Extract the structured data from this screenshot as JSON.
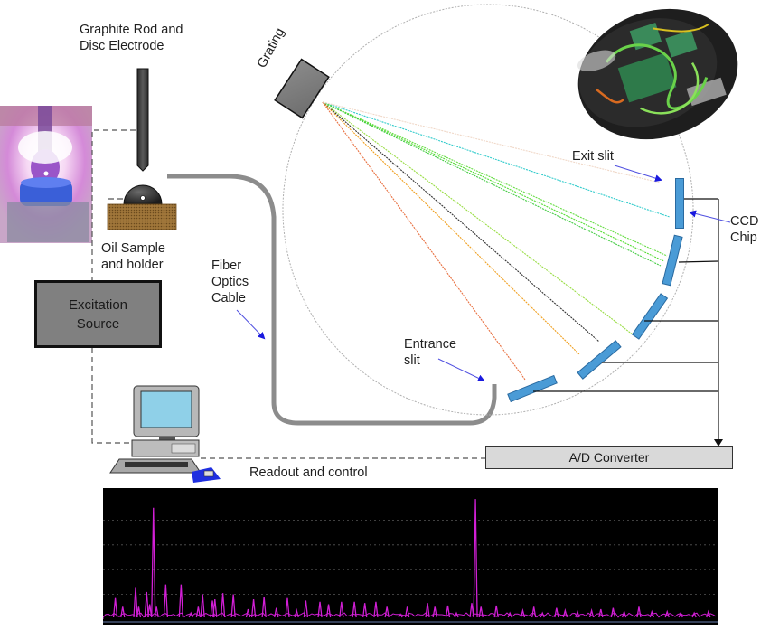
{
  "labels": {
    "electrode": "Graphite Rod and\nDisc Electrode",
    "grating": "Grating",
    "oil_sample": "Oil Sample\nand holder",
    "fiber": "Fiber\nOptics\nCable",
    "exit_slit": "Exit slit",
    "ccd_chip": "CCD\nChip",
    "entrance_slit": "Entrance\nslit",
    "readout": "Readout and control"
  },
  "boxes": {
    "excitation_source": "Excitation\nSource",
    "ad_converter": "A/D Converter"
  },
  "photos": {
    "spark_photo": "spark-discharge-photo",
    "spectrometer_photo": "spectrometer-electronics-photo"
  },
  "colors": {
    "detector_blue": "#4a9bd6",
    "spectrum_line": "#d21fd6",
    "spectrum_bg": "#000000",
    "arrow_blue": "#1a1adf",
    "ray_colors": [
      "#33cccc",
      "#66dd44",
      "#55dd33",
      "#44cc44",
      "#99dd44",
      "#333333",
      "#f0a020",
      "#e87040"
    ]
  },
  "chart_data": {
    "type": "line",
    "title": "",
    "xlabel": "",
    "ylabel": "",
    "note": "Emission spectrum; axis tick labels illegible in source",
    "ylim": [
      0,
      1
    ],
    "peaks": [
      {
        "x": 0.02,
        "y": 0.17
      },
      {
        "x": 0.032,
        "y": 0.1
      },
      {
        "x": 0.053,
        "y": 0.26
      },
      {
        "x": 0.058,
        "y": 0.1
      },
      {
        "x": 0.071,
        "y": 0.22
      },
      {
        "x": 0.076,
        "y": 0.12
      },
      {
        "x": 0.082,
        "y": 0.9
      },
      {
        "x": 0.087,
        "y": 0.1
      },
      {
        "x": 0.102,
        "y": 0.28
      },
      {
        "x": 0.127,
        "y": 0.28
      },
      {
        "x": 0.143,
        "y": 0.05
      },
      {
        "x": 0.155,
        "y": 0.1
      },
      {
        "x": 0.162,
        "y": 0.2
      },
      {
        "x": 0.178,
        "y": 0.15
      },
      {
        "x": 0.182,
        "y": 0.16
      },
      {
        "x": 0.195,
        "y": 0.21
      },
      {
        "x": 0.212,
        "y": 0.2
      },
      {
        "x": 0.236,
        "y": 0.08
      },
      {
        "x": 0.245,
        "y": 0.16
      },
      {
        "x": 0.262,
        "y": 0.18
      },
      {
        "x": 0.282,
        "y": 0.09
      },
      {
        "x": 0.3,
        "y": 0.17
      },
      {
        "x": 0.315,
        "y": 0.07
      },
      {
        "x": 0.33,
        "y": 0.15
      },
      {
        "x": 0.353,
        "y": 0.14
      },
      {
        "x": 0.367,
        "y": 0.12
      },
      {
        "x": 0.388,
        "y": 0.14
      },
      {
        "x": 0.409,
        "y": 0.14
      },
      {
        "x": 0.426,
        "y": 0.13
      },
      {
        "x": 0.444,
        "y": 0.14
      },
      {
        "x": 0.462,
        "y": 0.1
      },
      {
        "x": 0.484,
        "y": 0.04
      },
      {
        "x": 0.495,
        "y": 0.1
      },
      {
        "x": 0.528,
        "y": 0.13
      },
      {
        "x": 0.54,
        "y": 0.1
      },
      {
        "x": 0.561,
        "y": 0.11
      },
      {
        "x": 0.575,
        "y": 0.05
      },
      {
        "x": 0.6,
        "y": 0.13
      },
      {
        "x": 0.606,
        "y": 0.97
      },
      {
        "x": 0.615,
        "y": 0.1
      },
      {
        "x": 0.64,
        "y": 0.11
      },
      {
        "x": 0.662,
        "y": 0.05
      },
      {
        "x": 0.683,
        "y": 0.07
      },
      {
        "x": 0.701,
        "y": 0.1
      },
      {
        "x": 0.715,
        "y": 0.05
      },
      {
        "x": 0.738,
        "y": 0.09
      },
      {
        "x": 0.752,
        "y": 0.07
      },
      {
        "x": 0.772,
        "y": 0.06
      },
      {
        "x": 0.795,
        "y": 0.07
      },
      {
        "x": 0.81,
        "y": 0.08
      },
      {
        "x": 0.83,
        "y": 0.09
      },
      {
        "x": 0.848,
        "y": 0.06
      },
      {
        "x": 0.872,
        "y": 0.1
      },
      {
        "x": 0.893,
        "y": 0.06
      },
      {
        "x": 0.918,
        "y": 0.06
      },
      {
        "x": 0.94,
        "y": 0.05
      },
      {
        "x": 0.962,
        "y": 0.05
      },
      {
        "x": 0.985,
        "y": 0.06
      }
    ],
    "gridlines_y": [
      0.2,
      0.4,
      0.6,
      0.8
    ]
  }
}
